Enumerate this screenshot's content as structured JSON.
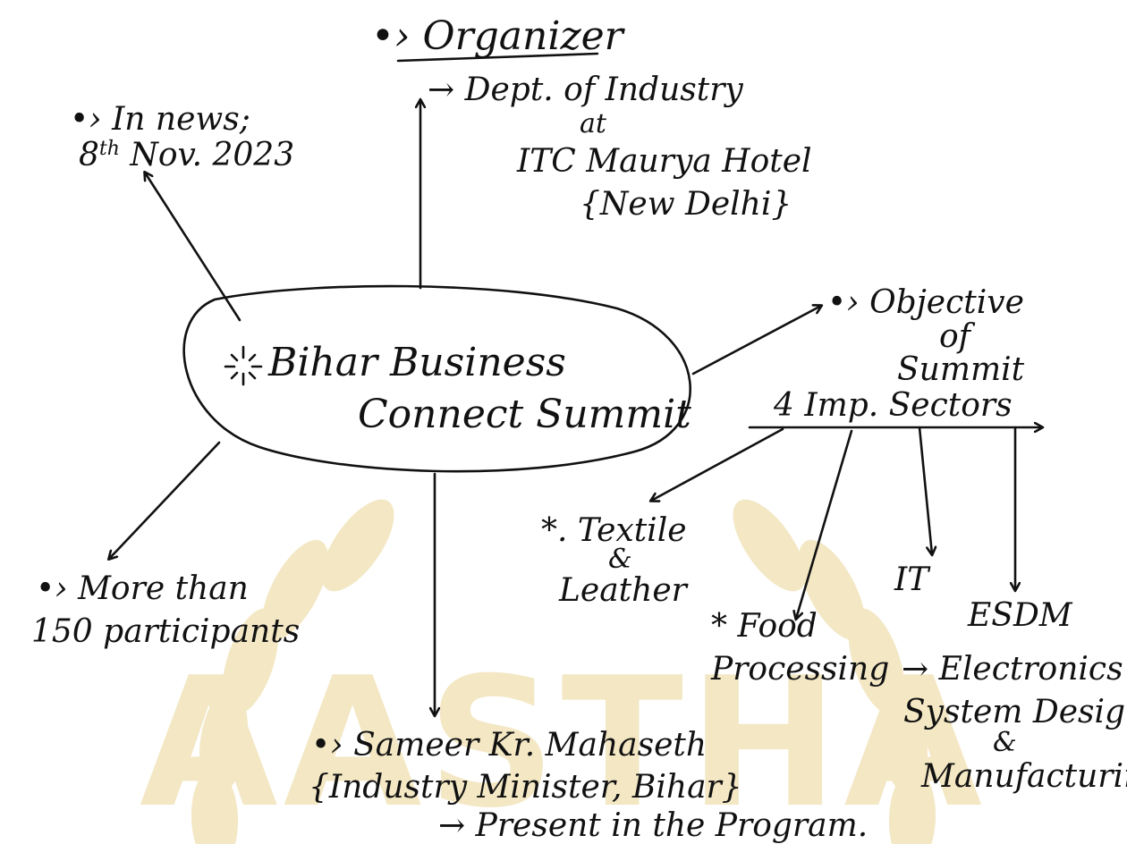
{
  "colors": {
    "ink": "#111111",
    "background": "#ffffff",
    "watermark": "#f3e7c4",
    "watermark_dark": "#e8d3a1"
  },
  "watermark": {
    "text": "AASTHA"
  },
  "center": {
    "line1": "Bihar Business",
    "line2": "Connect Summit",
    "icon": "sparkle-icon"
  },
  "news": {
    "line1": "•› In news;",
    "date_day": "8",
    "date_suffix": "th",
    "date_rest": " Nov. 2023"
  },
  "organizer": {
    "heading": "•› Organizer",
    "line1": "→ Dept. of Industry",
    "line2": "at",
    "line3": "ITC Maurya Hotel",
    "line4": "{New Delhi}"
  },
  "objective": {
    "line1": "•› Objective",
    "line2": "of",
    "line3": "Summit",
    "sectors": "4 Imp. Sectors"
  },
  "sectors": {
    "textile_line1": "*. Textile",
    "textile_amp": "&",
    "textile_line2": "Leather",
    "food_line1": "* Food",
    "food_line2": "Processing",
    "it": "IT",
    "esdm": "ESDM",
    "esdm_line1": "→ Electronics",
    "esdm_line2": "System Design",
    "esdm_amp": "&",
    "esdm_line3": "Manufacturing"
  },
  "participants": {
    "line1": "•› More than",
    "line2": "150 participants"
  },
  "minister": {
    "line1": "•› Sameer Kr. Mahaseth",
    "line2": "{Industry Minister, Bihar}",
    "line3": "→ Present in the Program."
  }
}
